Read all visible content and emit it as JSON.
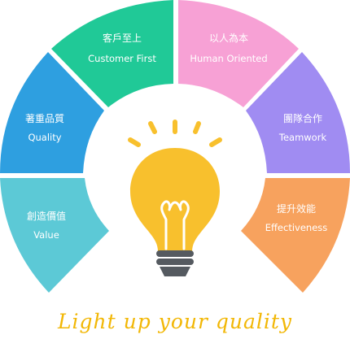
{
  "segments": [
    {
      "zh": "客戶至上",
      "en": "Customer First",
      "color": "#20c997"
    },
    {
      "zh": "以人為本",
      "en": "Human Oriented",
      "color": "#f7a1d5"
    },
    {
      "zh": "團隊合作",
      "en": "Teamwork",
      "color": "#a08cf2"
    },
    {
      "zh": "提升效能",
      "en": "Effectiveness",
      "color": "#f7a25e"
    },
    {
      "zh": "創造價值",
      "en": "Value",
      "color": "#5cc9d6"
    },
    {
      "zh": "著重品質",
      "en": "Quality",
      "color": "#2e9fe0"
    }
  ],
  "tagline": "Light up your quality",
  "bulb": {
    "glass": "#f8c02d",
    "filament": "#ffffff",
    "base": "#555a60",
    "rays": "#f8c02d"
  }
}
